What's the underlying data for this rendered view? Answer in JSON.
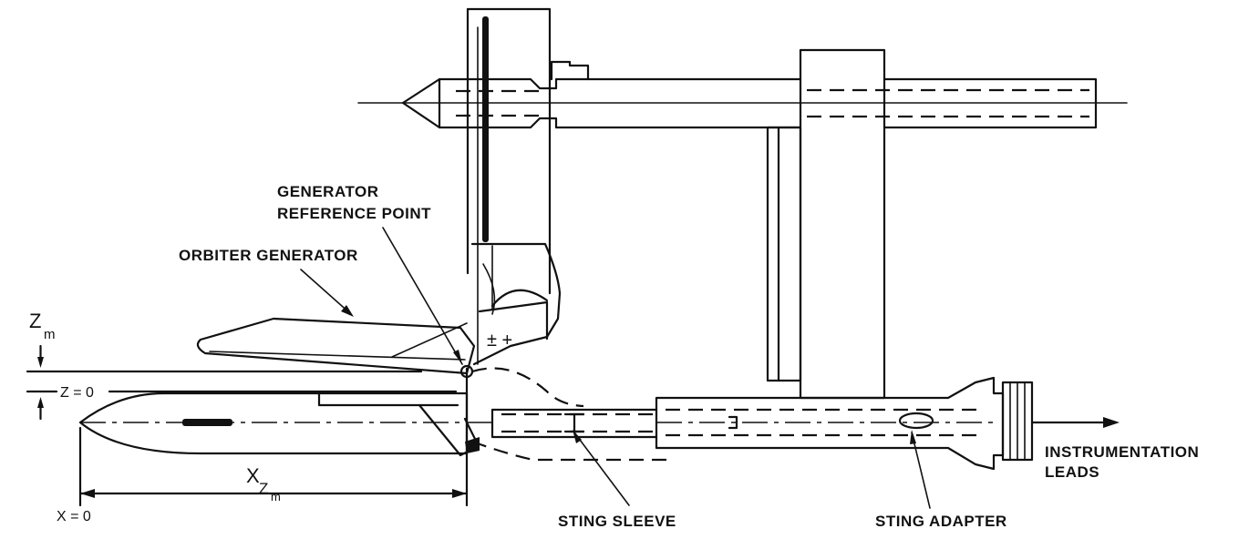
{
  "labels": {
    "generator_reference_point_line1": "GENERATOR",
    "generator_reference_point_line2": "REFERENCE POINT",
    "orbiter_generator": "ORBITER GENERATOR",
    "sting_sleeve": "STING SLEEVE",
    "sting_adapter": "STING ADAPTER",
    "instrumentation_leads_line1": "INSTRUMENTATION",
    "instrumentation_leads_line2": "LEADS"
  },
  "symbols": {
    "z_m_base": "Z",
    "z_m_sub": "m",
    "z_zero": "Z = 0",
    "x_zero": "X = 0",
    "x_zm_base": "X",
    "x_zm_sub1": "Z",
    "x_zm_sub2": "m"
  },
  "panel_marks": "± +"
}
